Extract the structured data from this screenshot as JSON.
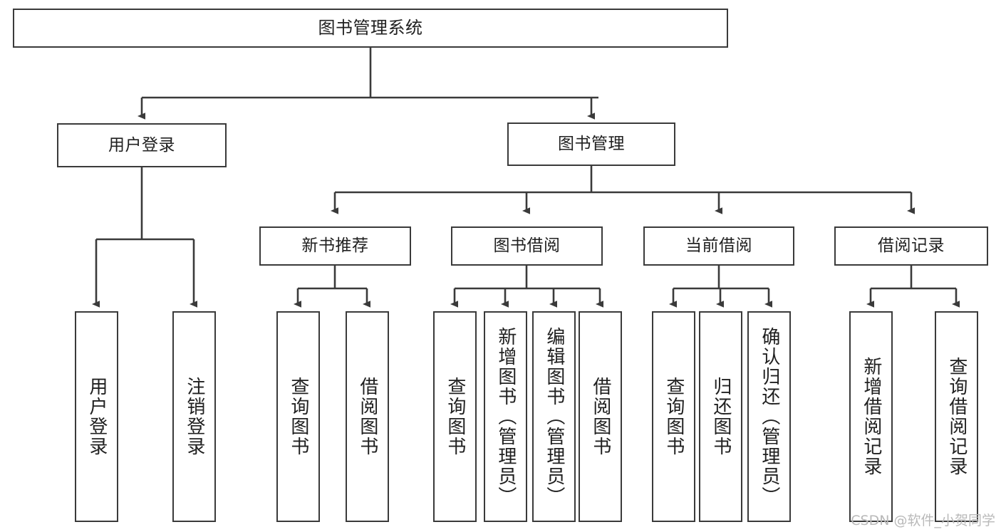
{
  "diagram": {
    "title_node": {
      "id": "root",
      "label": "图书管理系统"
    },
    "level1": [
      {
        "id": "user-login",
        "label": "用户登录"
      },
      {
        "id": "book-manage",
        "label": "图书管理"
      }
    ],
    "level2": [
      {
        "id": "new-book-recommend",
        "label": "新书推荐"
      },
      {
        "id": "book-borrow",
        "label": "图书借阅"
      },
      {
        "id": "current-borrow",
        "label": "当前借阅"
      },
      {
        "id": "borrow-record",
        "label": "借阅记录"
      }
    ],
    "leaves": {
      "user_login": [
        {
          "id": "leaf-user-login",
          "label": "用户登录"
        },
        {
          "id": "leaf-logout-login",
          "label": "注销登录"
        }
      ],
      "new_book_recommend": [
        {
          "id": "leaf-query-book-1",
          "label": "查询图书"
        },
        {
          "id": "leaf-borrow-book-1",
          "label": "借阅图书"
        }
      ],
      "book_borrow": [
        {
          "id": "leaf-query-book-2",
          "label": "查询图书"
        },
        {
          "id": "leaf-add-book",
          "label": "新增图书（管理员）"
        },
        {
          "id": "leaf-edit-book",
          "label": "编辑图书（管理员）"
        },
        {
          "id": "leaf-borrow-book-2",
          "label": "借阅图书"
        }
      ],
      "current_borrow": [
        {
          "id": "leaf-query-book-3",
          "label": "查询图书"
        },
        {
          "id": "leaf-return-book",
          "label": "归还图书"
        },
        {
          "id": "leaf-confirm-return",
          "label": "确认归还（管理员）"
        }
      ],
      "borrow_record": [
        {
          "id": "leaf-add-record",
          "label": "新增借阅记录"
        },
        {
          "id": "leaf-query-record",
          "label": "查询借阅记录"
        }
      ]
    }
  },
  "watermark": {
    "text": "CSDN @软件_小贺同学"
  },
  "colors": {
    "background": "#ffffff",
    "border": "#3a3a3a",
    "text": "#202020",
    "watermark": "#b9b9b9"
  }
}
